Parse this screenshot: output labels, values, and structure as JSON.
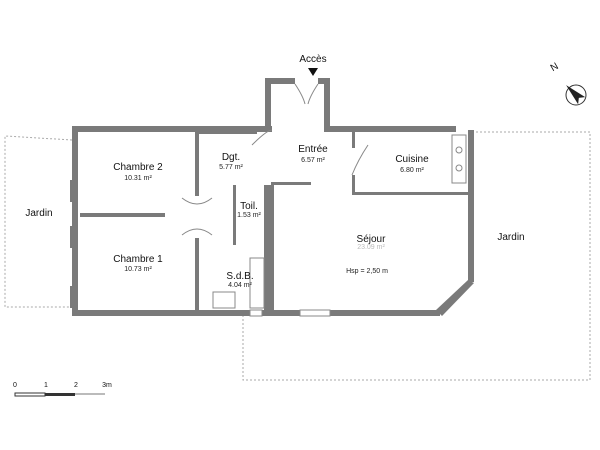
{
  "entrance_label": "Accès",
  "north_label": "N",
  "rooms": [
    {
      "name": "Chambre 2",
      "area": "10.31 m²"
    },
    {
      "name": "Chambre 1",
      "area": "10.73 m²"
    },
    {
      "name": "Dgt.",
      "area": "5.77 m²"
    },
    {
      "name": "Entrée",
      "area": "6.57 m²"
    },
    {
      "name": "Cuisine",
      "area": "6.80 m²"
    },
    {
      "name": "Toil.",
      "area": "1.53 m²"
    },
    {
      "name": "Séjour",
      "area": "23.09 m²"
    },
    {
      "name": "S.d.B.",
      "area": "4.04 m²"
    }
  ],
  "ceiling_height": "Hsp = 2,50 m",
  "gardens": [
    "Jardin",
    "Jardin"
  ],
  "scale": [
    "0",
    "1",
    "2",
    "3m"
  ],
  "colors": {
    "wall": "#7a7a7a",
    "line": "#999999"
  }
}
